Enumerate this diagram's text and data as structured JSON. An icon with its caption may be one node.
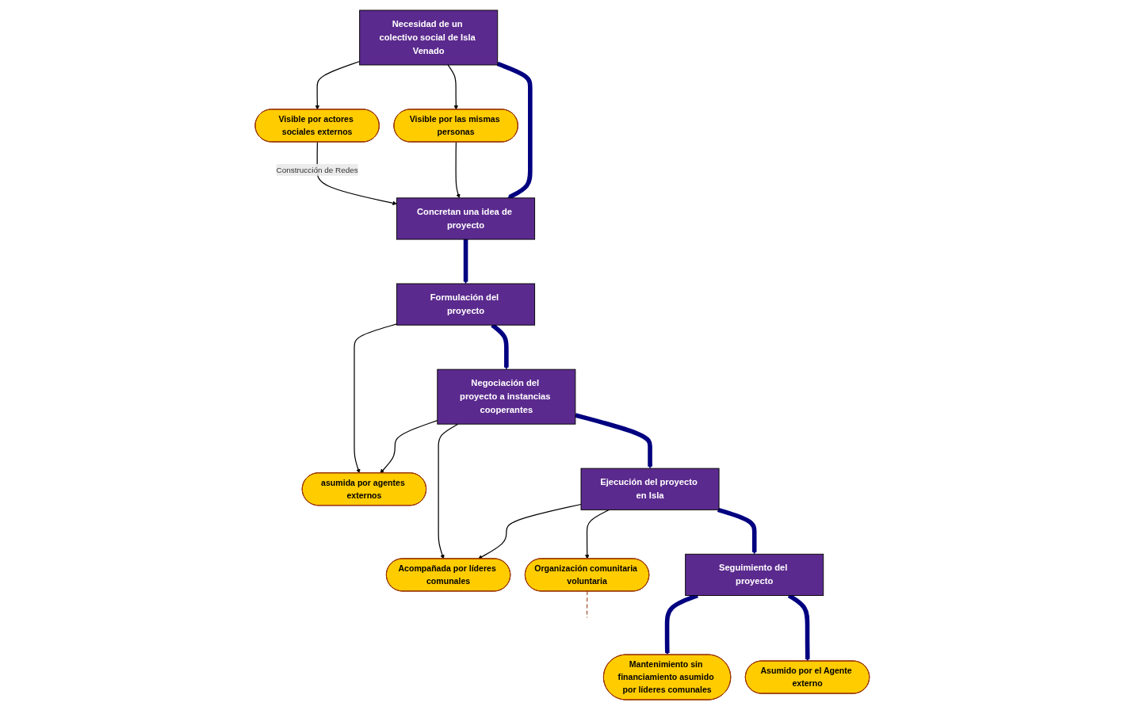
{
  "diagram": {
    "nodes": [
      {
        "text": [
          "Visible por actores sociales externos"
        ]
      },
      {
        "text": [
          "Visible por las mismas personas"
        ]
      },
      {
        "text": [
          "Concretan una idea de proyecto"
        ]
      },
      {
        "text": [
          "Formulación del proyecto"
        ]
      },
      {
        "text": [
          "Necesidad de un colectivo social de Isla Venado"
        ]
      },
      {
        "text": [
          "asumida por agentes externos"
        ]
      },
      {
        "text": [
          "Negociación del proyecto a instancias cooperantes"
        ]
      },
      {
        "text": [
          "Acompañada por líderes comunales"
        ]
      },
      {
        "text": [
          "Seguimiento del proyecto"
        ]
      },
      {
        "text": [
          "Ejecución del proyecto en Isla"
        ]
      },
      {
        "text": [
          "Mantenimiento sin financiamiento asumido por líderes comunales"
        ]
      },
      {
        "text": [
          "Organización comunitaria voluntaria"
        ]
      },
      {
        "text": [
          "Asumido por el Agente externo"
        ]
      }
    ],
    "edges": [
      {
        "from": 4,
        "to": 0,
        "arrow": "to"
      },
      {
        "from": 4,
        "to": 1,
        "arrow": "to"
      },
      {
        "from": 0,
        "to": 2,
        "arrow": "to",
        "label": "Construcción de Redes"
      },
      {
        "from": 1,
        "to": 2,
        "arrow": "to"
      },
      {
        "from": 4,
        "to": 2,
        "arrow": "to",
        "style": "thick",
        "color": "#000080"
      },
      {
        "from": 2,
        "to": 3,
        "arrow": "to",
        "style": "thick",
        "color": "#000080"
      },
      {
        "from": 3,
        "to": 5,
        "arrow": "to"
      },
      {
        "from": 3,
        "to": 6,
        "arrow": "to",
        "style": "thick",
        "color": "#000080"
      },
      {
        "from": 6,
        "to": 5,
        "arrow": "to"
      },
      {
        "from": 6,
        "to": 7,
        "arrow": "to"
      },
      {
        "from": 6,
        "to": 9,
        "arrow": "to",
        "style": "thick",
        "color": "#000080"
      },
      {
        "from": 9,
        "to": 7,
        "arrow": "to"
      },
      {
        "from": 9,
        "to": 11,
        "arrow": "to"
      },
      {
        "from": 9,
        "to": 8,
        "arrow": "to",
        "style": "thick",
        "color": "#000080"
      },
      {
        "from": 8,
        "to": 10,
        "arrow": "to",
        "style": "thick",
        "color": "#000080"
      },
      {
        "from": 8,
        "to": 12,
        "arrow": "to",
        "style": "thick",
        "color": "#000080"
      },
      {
        "from": 11,
        "to": null,
        "arrow": "none",
        "style": "dashed",
        "color": "#a0522d"
      }
    ]
  }
}
